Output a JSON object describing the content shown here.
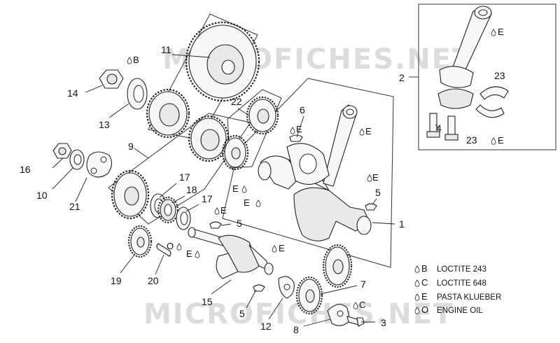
{
  "watermark": "MICROFICHES.NET",
  "callouts": {
    "n1": "1",
    "n2": "2",
    "n3": "3",
    "n4": "4",
    "n5a": "5",
    "n5b": "5",
    "n5c": "5",
    "n6": "6",
    "n7": "7",
    "n8": "8",
    "n9": "9",
    "n10": "10",
    "n11": "11",
    "n12": "12",
    "n13": "13",
    "n14": "14",
    "n15": "15",
    "n16": "16",
    "n17a": "17",
    "n17b": "17",
    "n18": "18",
    "n19": "19",
    "n20": "20",
    "n21": "21",
    "n22": "22",
    "n23a": "23",
    "n23b": "23"
  },
  "markers": {
    "B": "B",
    "C": "C",
    "O": "O",
    "E1": "E",
    "E2": "E",
    "E3": "E",
    "E4": "E",
    "E5": "E",
    "E6": "E",
    "E7": "E",
    "E8": "E",
    "E9": "E",
    "E10": "E",
    "E11": "E"
  },
  "legend": [
    {
      "key": "B",
      "text": "LOCTITE 243"
    },
    {
      "key": "C",
      "text": "LOCTITE 648"
    },
    {
      "key": "E",
      "text": "PASTA KLUEBER"
    },
    {
      "key": "O",
      "text": "ENGINE OIL"
    }
  ]
}
